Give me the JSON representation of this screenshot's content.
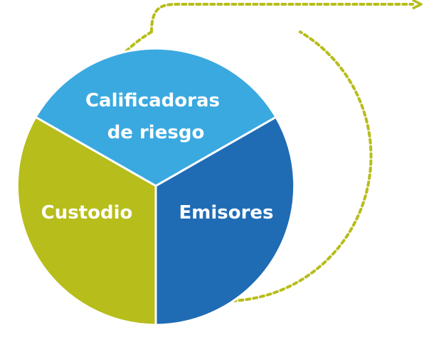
{
  "segments": [
    {
      "id": "top",
      "lines": [
        "Calificadoras",
        "de riesgo"
      ],
      "color": "#3aa9e0"
    },
    {
      "id": "left",
      "lines": [
        "Custodio"
      ],
      "color": "#b7bd1a"
    },
    {
      "id": "right",
      "lines": [
        "Emisores"
      ],
      "color": "#1f6cb5"
    }
  ],
  "ring_color": "#b7bd1a"
}
